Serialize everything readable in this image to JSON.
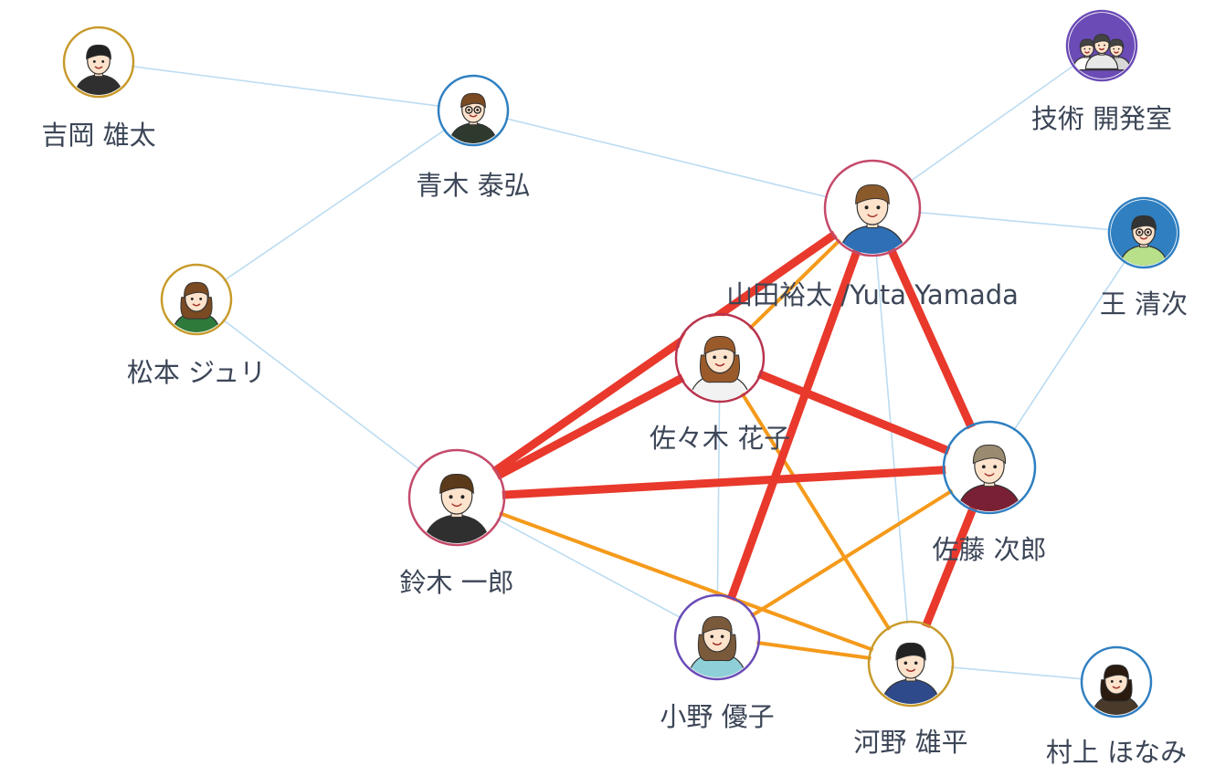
{
  "colors": {
    "background": "#ffffff",
    "label": "#3c4657",
    "edge_weak": "#bcdcf2",
    "edge_medium": "#f59a1b",
    "edge_strong": "#e8392c"
  },
  "nodes": [
    {
      "id": "yoshioka",
      "label": "吉岡 雄太",
      "ring": "#c89a2a",
      "icon": "man-short-hair-avatar-icon",
      "skin": "#fde3cc",
      "hair": "#222222",
      "shirt": "#2f2f2f"
    },
    {
      "id": "aoki",
      "label": "青木 泰弘",
      "ring": "#2f7fc1",
      "icon": "man-glasses-beard-avatar-icon",
      "skin": "#fde3cc",
      "hair": "#7a4a22",
      "shirt": "#2f3a2f"
    },
    {
      "id": "gijutsu",
      "label": "技術 開発室",
      "ring": "#6b4bb5",
      "icon": "team-group-avatar-icon",
      "skin": "#fde3cc",
      "hair": "#444444",
      "shirt": "#ffffff",
      "bg": "#6b4bb5"
    },
    {
      "id": "yamada",
      "label": "山田裕太 /Yuta Yamada",
      "ring": "#c44a6a",
      "icon": "man-hoodie-avatar-icon",
      "skin": "#fde3cc",
      "hair": "#8b5a2b",
      "shirt": "#2e6fb5"
    },
    {
      "id": "wang",
      "label": "王 清次",
      "ring": "#2f7fc1",
      "icon": "man-glasses-avatar-icon",
      "skin": "#fde3cc",
      "hair": "#333333",
      "shirt": "#b8e08a",
      "bg": "#2f7fc1"
    },
    {
      "id": "matsumoto",
      "label": "松本 ジュリ",
      "ring": "#c89a2a",
      "icon": "woman-long-hair-avatar-icon",
      "skin": "#fde3cc",
      "hair": "#7a4a22",
      "shirt": "#2e7a3a"
    },
    {
      "id": "sasaki",
      "label": "佐々木 花子",
      "ring": "#b8344f",
      "icon": "woman-smiling-avatar-icon",
      "skin": "#fde3cc",
      "hair": "#9a5a2a",
      "shirt": "#f2f2f2"
    },
    {
      "id": "sato",
      "label": "佐藤 次郎",
      "ring": "#2f7fc1",
      "icon": "man-sweater-avatar-icon",
      "skin": "#fde3cc",
      "hair": "#9a8a70",
      "shirt": "#7a2035"
    },
    {
      "id": "suzuki",
      "label": "鈴木 一郎",
      "ring": "#c44a6a",
      "icon": "man-suit-avatar-icon",
      "skin": "#fde3cc",
      "hair": "#5a3a1a",
      "shirt": "#2f2f2f"
    },
    {
      "id": "ono",
      "label": "小野 優子",
      "ring": "#6b4bb5",
      "icon": "woman-teal-shirt-avatar-icon",
      "skin": "#fde3cc",
      "hair": "#7a5a3a",
      "shirt": "#8fd0d8"
    },
    {
      "id": "kono",
      "label": "河野 雄平",
      "ring": "#c89a2a",
      "icon": "man-tie-avatar-icon",
      "skin": "#fde3cc",
      "hair": "#222222",
      "shirt": "#2e4a8a"
    },
    {
      "id": "murakami",
      "label": "村上 ほなみ",
      "ring": "#2f7fc1",
      "icon": "woman-bob-hair-avatar-icon",
      "skin": "#fde3cc",
      "hair": "#2a1a10",
      "shirt": "#4a3a2a"
    }
  ],
  "edges": [
    {
      "from": "yoshioka",
      "to": "aoki",
      "strength": "weak"
    },
    {
      "from": "aoki",
      "to": "yamada",
      "strength": "weak"
    },
    {
      "from": "aoki",
      "to": "matsumoto",
      "strength": "weak"
    },
    {
      "from": "gijutsu",
      "to": "yamada",
      "strength": "weak"
    },
    {
      "from": "yamada",
      "to": "wang",
      "strength": "weak"
    },
    {
      "from": "wang",
      "to": "sato",
      "strength": "weak"
    },
    {
      "from": "matsumoto",
      "to": "suzuki",
      "strength": "weak"
    },
    {
      "from": "yamada",
      "to": "kono",
      "strength": "weak"
    },
    {
      "from": "sasaki",
      "to": "ono",
      "strength": "weak"
    },
    {
      "from": "suzuki",
      "to": "ono",
      "strength": "weak"
    },
    {
      "from": "kono",
      "to": "murakami",
      "strength": "weak"
    },
    {
      "from": "yamada",
      "to": "sasaki",
      "strength": "medium"
    },
    {
      "from": "sasaki",
      "to": "kono",
      "strength": "medium"
    },
    {
      "from": "suzuki",
      "to": "kono",
      "strength": "medium"
    },
    {
      "from": "sato",
      "to": "ono",
      "strength": "medium"
    },
    {
      "from": "ono",
      "to": "kono",
      "strength": "medium"
    },
    {
      "from": "yamada",
      "to": "suzuki",
      "strength": "strong"
    },
    {
      "from": "yamada",
      "to": "ono",
      "strength": "strong"
    },
    {
      "from": "yamada",
      "to": "sato",
      "strength": "strong"
    },
    {
      "from": "sasaki",
      "to": "suzuki",
      "strength": "strong"
    },
    {
      "from": "sasaki",
      "to": "sato",
      "strength": "strong"
    },
    {
      "from": "suzuki",
      "to": "sato",
      "strength": "strong"
    },
    {
      "from": "sato",
      "to": "kono",
      "strength": "strong"
    }
  ]
}
